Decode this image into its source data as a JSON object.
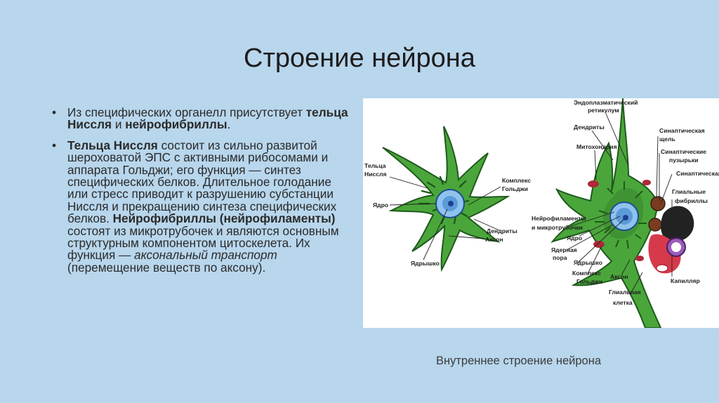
{
  "slide": {
    "title": "Строение нейрона",
    "caption": "Внутреннее строение нейрона"
  },
  "bullets": [
    {
      "p1": "Из специфических органелл присутствует ",
      "b1": "тельца Ниссля",
      "p2": " и ",
      "b2": "нейрофибриллы",
      "p3": "."
    },
    {
      "b1": "Тельца Ниссля",
      "p1": " состоит из сильно развитой шероховатой ЭПС с активными рибосомами и аппарата Гольджи; его функция — синтез специфических белков. Длительное голодание или стресс приводит к разрушению субстанции Ниссля и прекращению синтеза специфических белков. ",
      "b2": "Нейрофибриллы (нейрофиламенты)",
      "p2": " состоят из микротрубочек и являются основным структурным компонентом цитоскелета. Их функция — ",
      "i1": "аксональный транспорт",
      "p3": " (перемещение веществ по аксону)."
    }
  ],
  "figure": {
    "left_labels": {
      "nissl": [
        "Тельца",
        "Ниссля"
      ],
      "nucleus": "Ядро",
      "nucleolus": "Ядрышко",
      "golgi": [
        "Комплекс",
        "Гольджи"
      ],
      "axon": "Аксон",
      "dendrites": "Дендриты"
    },
    "right_labels": {
      "er": [
        "Эндоплазматический",
        "ретикулум"
      ],
      "dendrites": "Дендриты",
      "mitochondria": "Митохондрия",
      "syn_cleft": [
        "Синаптическая",
        "щель"
      ],
      "syn_vesicles": [
        "Синаптические",
        "пузырьки"
      ],
      "syn_plaque": "Синаптическая",
      "glial_fibrils": [
        "Глиальные",
        "фибриллы"
      ],
      "neurofilaments": [
        "Нейрофиламенты",
        "и микротрубочки"
      ],
      "nucleus": "Ядро",
      "nuclear_pore": [
        "Ядерная",
        "пора"
      ],
      "nucleolus": "Ядрышко",
      "golgi": [
        "Комплекс",
        "Гольджи"
      ],
      "axon": "Аксон",
      "capillary": "Капилляр",
      "glial_cell": [
        "Глиальная",
        "клетка"
      ]
    },
    "colors": {
      "cytoplasm": "#4aa63a",
      "cytoplasm_dark": "#1e5a1c",
      "nucleus": "#5b9bd8",
      "nucleolus": "#1f3f8f",
      "mitochondria": "#b0283a",
      "capillary": "#d63a4a",
      "glial": "#222222"
    }
  }
}
